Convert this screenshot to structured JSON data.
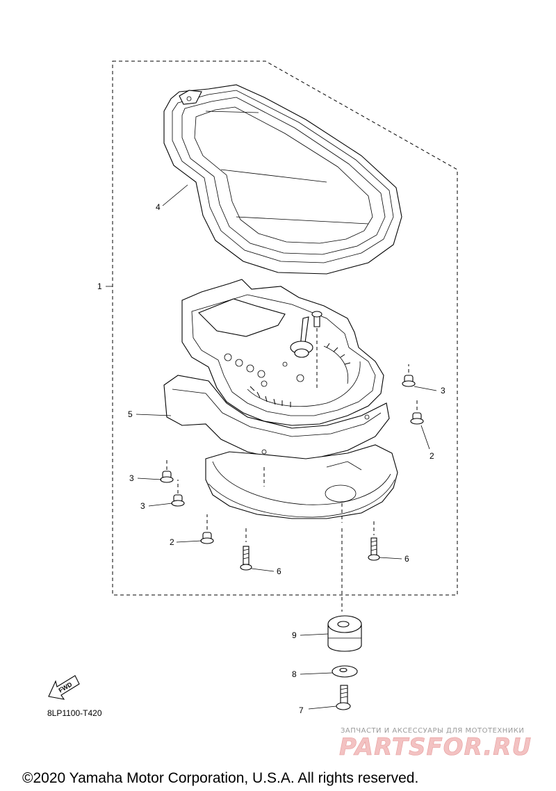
{
  "diagram": {
    "callouts": [
      {
        "id": "c1",
        "label": "1"
      },
      {
        "id": "c4",
        "label": "4"
      },
      {
        "id": "c5",
        "label": "5"
      },
      {
        "id": "c3a",
        "label": "3"
      },
      {
        "id": "c2a",
        "label": "2"
      },
      {
        "id": "c3b",
        "label": "3"
      },
      {
        "id": "c3c",
        "label": "3"
      },
      {
        "id": "c2b",
        "label": "2"
      },
      {
        "id": "c6a",
        "label": "6"
      },
      {
        "id": "c6b",
        "label": "6"
      },
      {
        "id": "c9",
        "label": "9"
      },
      {
        "id": "c8",
        "label": "8"
      },
      {
        "id": "c7",
        "label": "7"
      }
    ],
    "fwd_label": "FWD",
    "drawing_code": "8LP1100-T420"
  },
  "watermark": {
    "tagline": "ЗАПЧАСТИ И АКСЕССУАРЫ ДЛЯ МОТОТЕХНИКИ",
    "brand": "PARTSFOR.RU"
  },
  "footer": {
    "copyright": "©2020 Yamaha Motor Corporation, U.S.A. All rights reserved."
  }
}
